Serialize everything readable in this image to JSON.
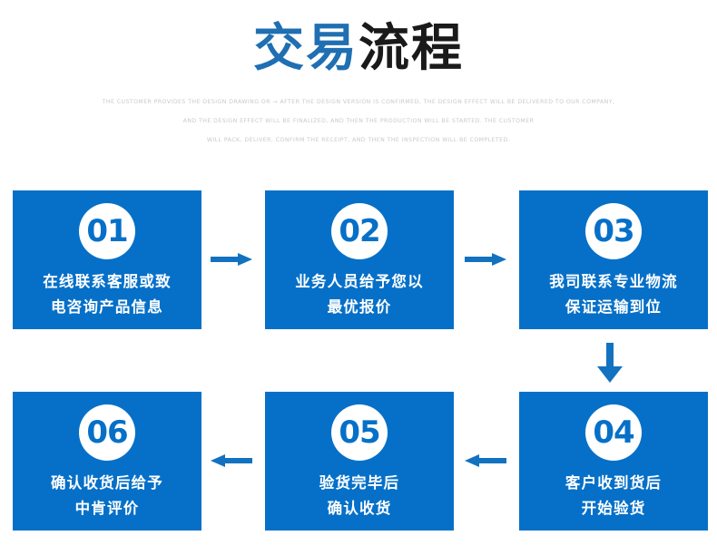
{
  "header": {
    "title_blue": "交易",
    "title_dark": "流程",
    "subtitle_line1": "THE CUSTOMER PROVIDES THE DESIGN DRAWING OR → AFTER THE DESIGN VERSION IS CONFIRMED, THE DESIGN EFFECT WILL BE DELIVERED TO OUR COMPANY,",
    "subtitle_line2": "AND THE DESIGN EFFECT WILL BE FINALIZED, AND THEN THE PRODUCTION WILL BE STARTED. THE CUSTOMER",
    "subtitle_line3": "WILL PACK, DELIVER, CONFIRM THE RECEIPT, AND THEN THE INSPECTION WILL BE COMPLETED."
  },
  "colors": {
    "brand_blue": "#0670c8",
    "title_blue": "#1f6fb2",
    "title_dark": "#1a1a1a",
    "subtitle_gray": "#c9c9c9",
    "box_text": "#ffffff"
  },
  "steps": [
    {
      "number": "01",
      "line1": "在线联系客服或致",
      "line2": "电咨询产品信息"
    },
    {
      "number": "02",
      "line1": "业务人员给予您以",
      "line2": "最优报价"
    },
    {
      "number": "03",
      "line1": "我司联系专业物流",
      "line2": "保证运输到位"
    },
    {
      "number": "04",
      "line1": "客户收到货后",
      "line2": "开始验货"
    },
    {
      "number": "05",
      "line1": "验货完毕后",
      "line2": "确认收货"
    },
    {
      "number": "06",
      "line1": "确认收货后给予",
      "line2": "中肯评价"
    }
  ],
  "arrows": [
    {
      "name": "arrow-right-1",
      "direction": "right"
    },
    {
      "name": "arrow-right-2",
      "direction": "right"
    },
    {
      "name": "arrow-down-1",
      "direction": "down"
    },
    {
      "name": "arrow-left-1",
      "direction": "left"
    },
    {
      "name": "arrow-left-2",
      "direction": "left"
    }
  ]
}
